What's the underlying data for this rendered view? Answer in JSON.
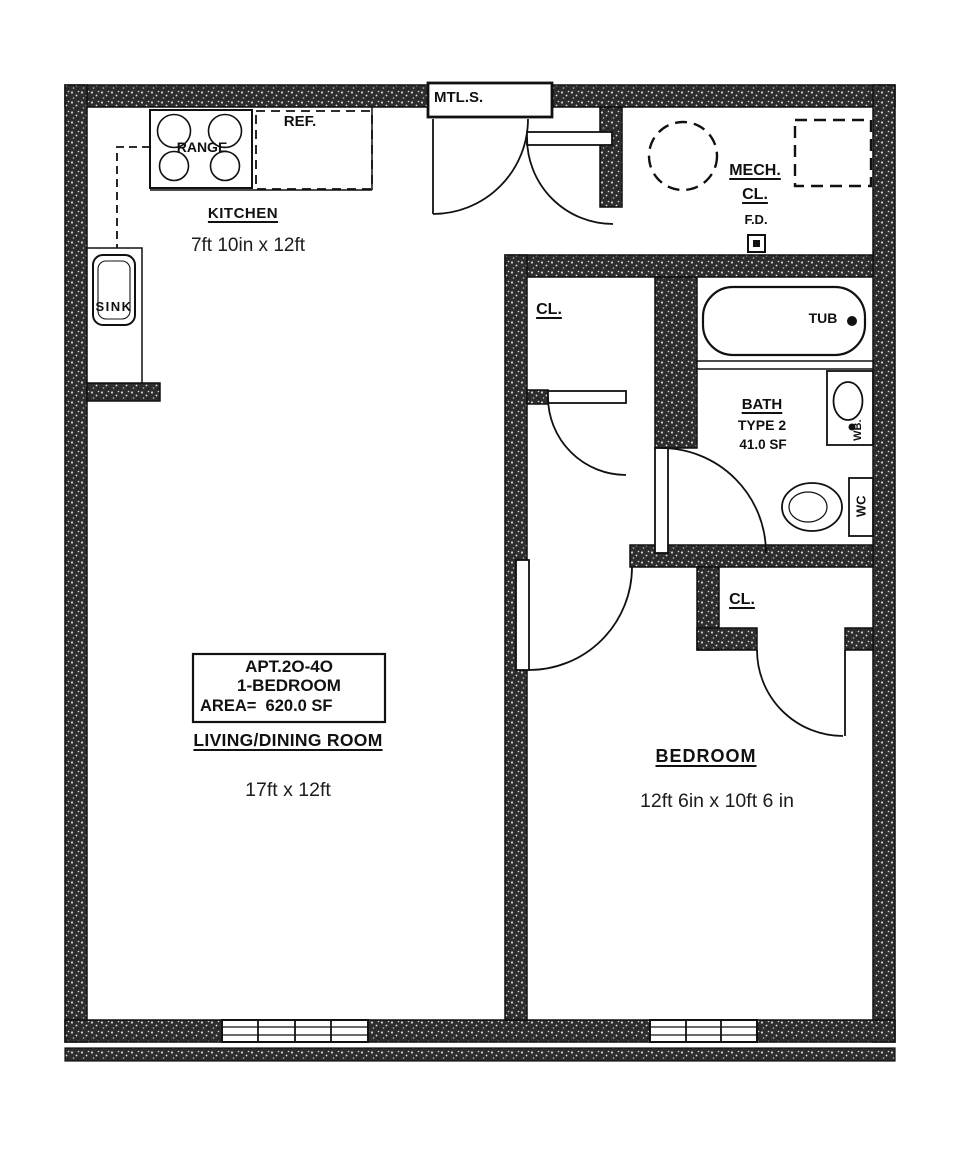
{
  "colors": {
    "wall_fill": "#2e2e2e",
    "line": "#111111",
    "background": "#ffffff"
  },
  "labels": {
    "mtl_s": "MTL.S.",
    "kitchen": {
      "title": "KITCHEN",
      "dimensions": "7ft 10in x 12ft",
      "range": "RANGE",
      "fridge": "REF.",
      "sink": "SINK"
    },
    "mech_closet": {
      "name_line1": "MECH.",
      "name_line2": "CL.",
      "floor_drain": "F.D."
    },
    "hall_closet": "CL.",
    "bath": {
      "title": "BATH",
      "type": "TYPE 2",
      "area": "41.0 SF",
      "tub": "TUB",
      "wash_basin": "WB.",
      "water_closet": "WC"
    },
    "bedroom": {
      "title": "BEDROOM",
      "dimensions": "12ft 6in x 10ft 6 in",
      "closet": "CL."
    },
    "living": {
      "title": "LIVING/DINING ROOM",
      "dimensions": "17ft x 12ft"
    },
    "apt_info": {
      "line1": "APT.2O-4O",
      "line2": "1-BEDROOM",
      "line3": "AREA=  620.0 SF"
    }
  }
}
